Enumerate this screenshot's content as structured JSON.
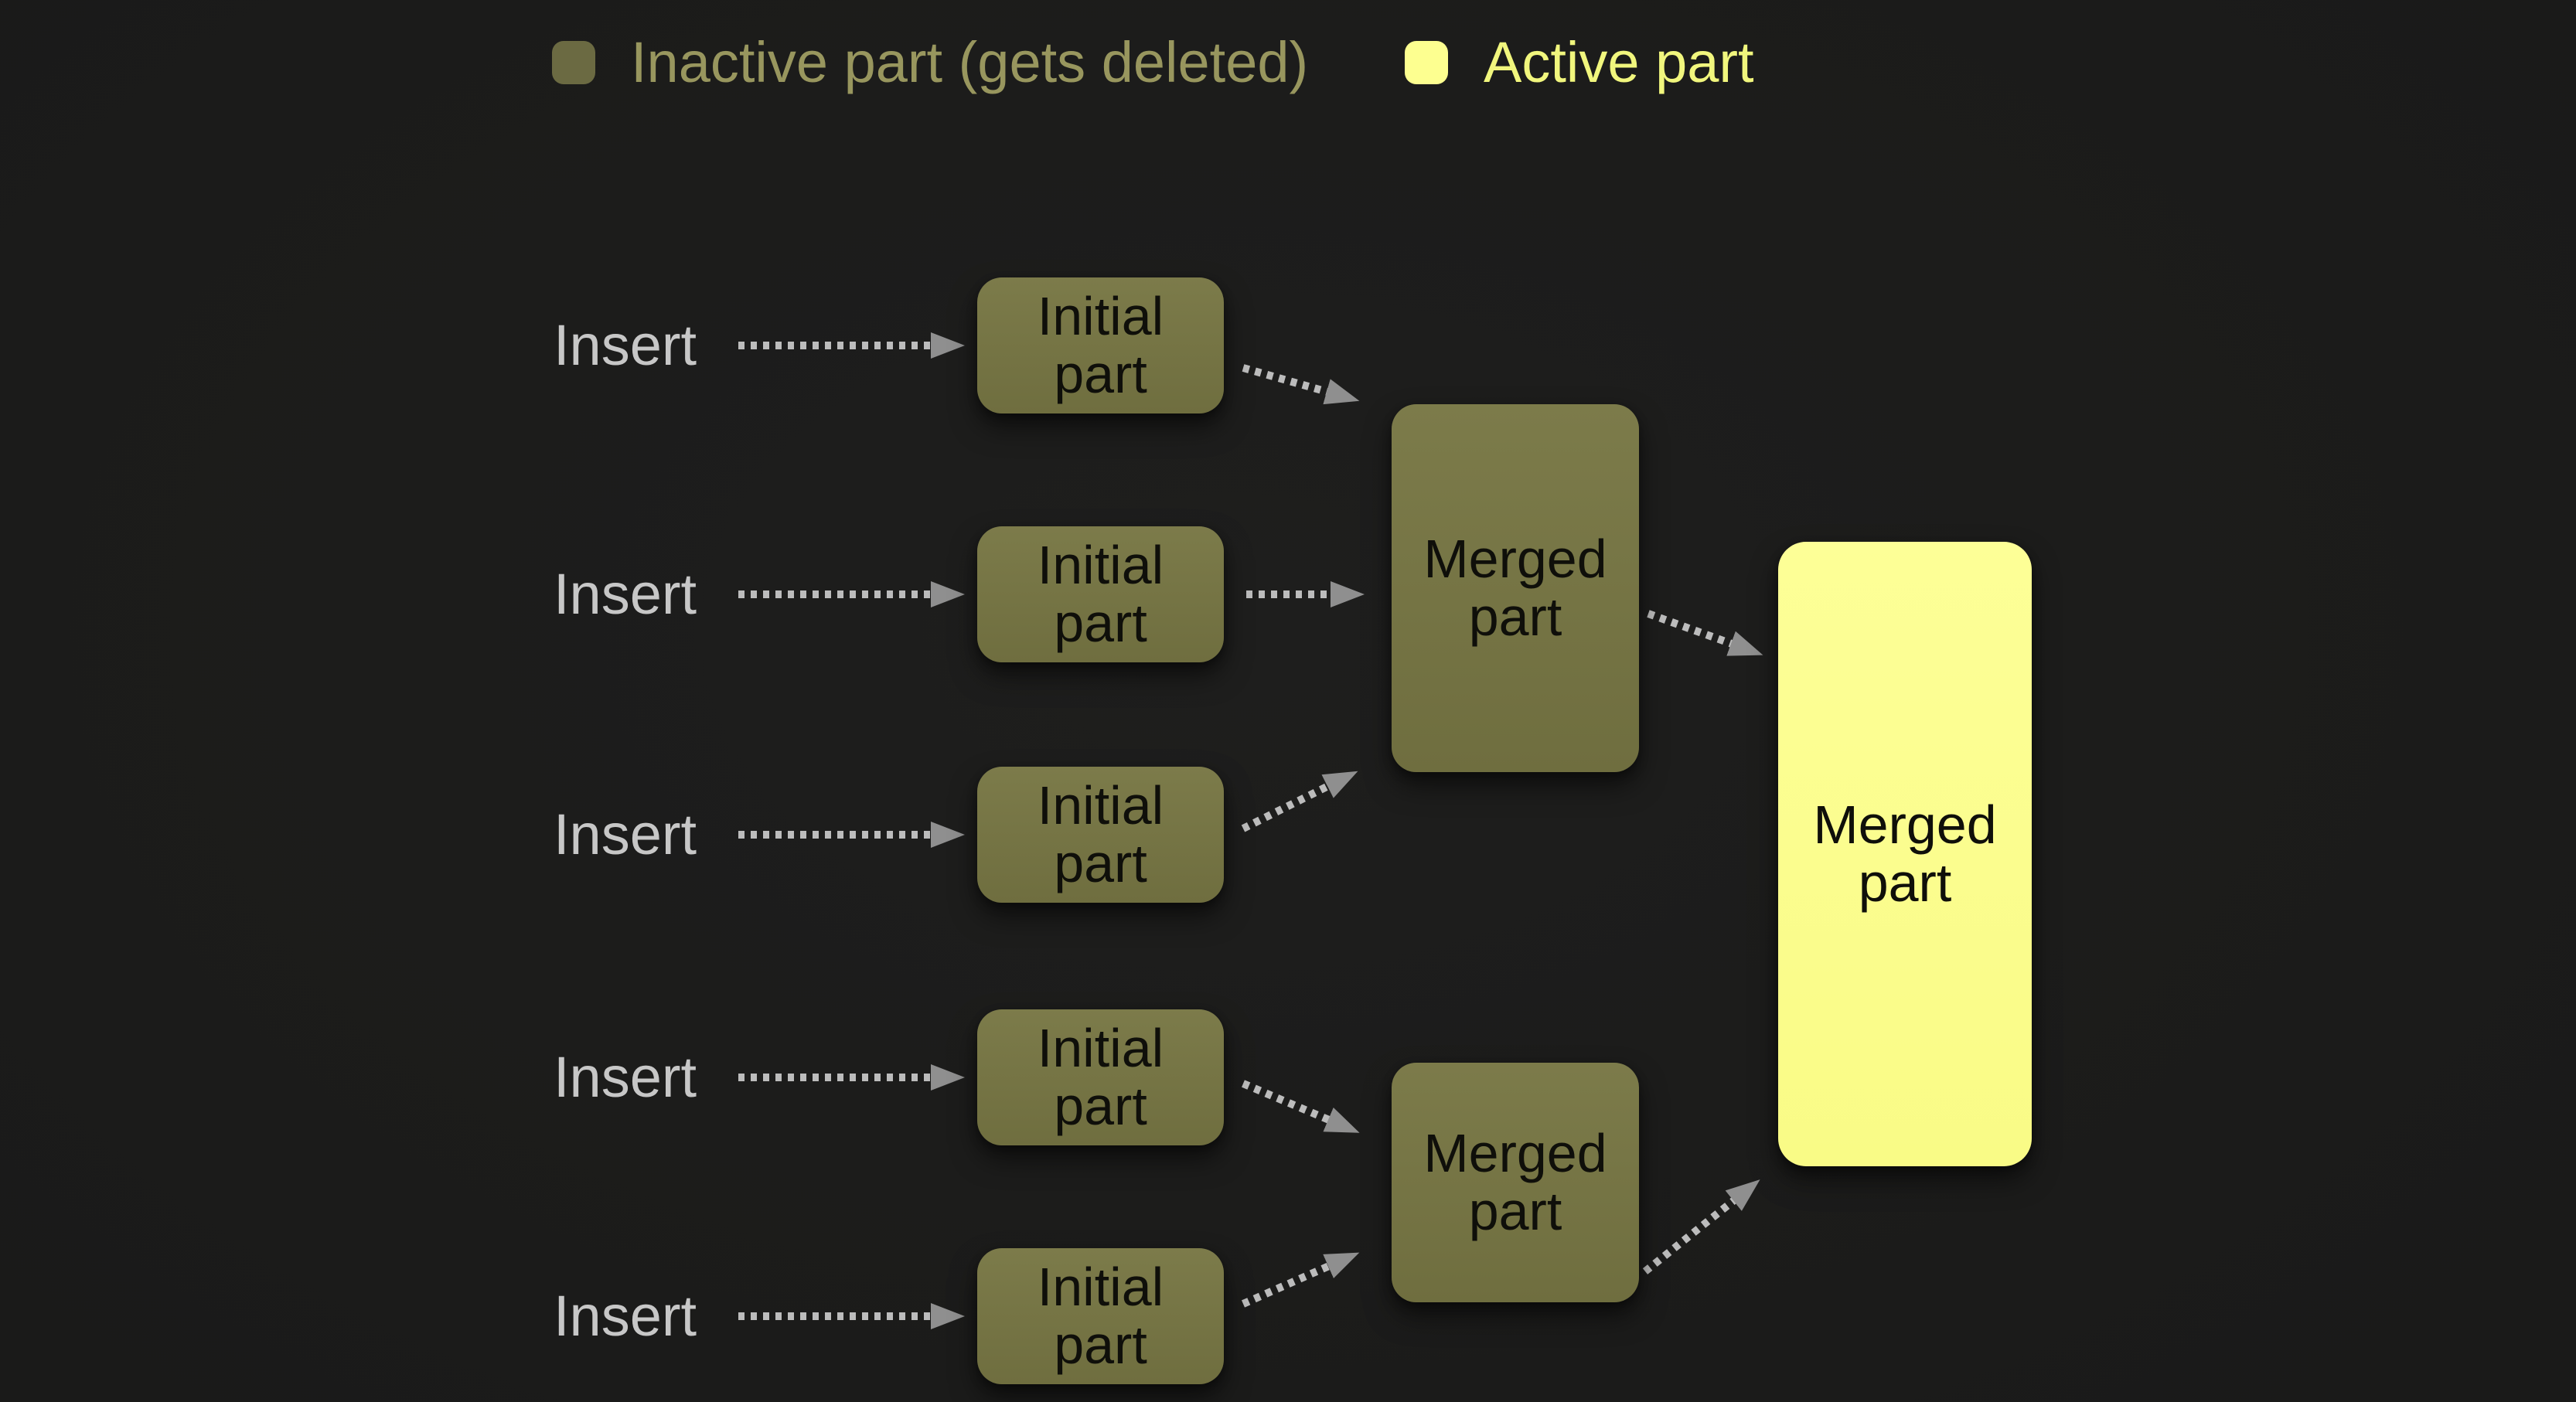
{
  "legend": {
    "items": [
      {
        "label": "Inactive part (gets deleted)",
        "swatch_color": "#6b6a42",
        "text_color": "#98965e"
      },
      {
        "label": "Active part",
        "swatch_color": "#fdff90",
        "text_color": "#f1f67d"
      }
    ]
  },
  "nodes": {
    "insert_label": "Insert",
    "initial_label": "Initial part",
    "merged_label": "Merged part",
    "final_label": "Merged part"
  },
  "structure": {
    "insert_count": 5,
    "initial_count": 5,
    "intermediate_merged_count": 2,
    "final_merged_count": 1
  },
  "colors": {
    "background": "#1b1b1a",
    "inactive_fill": "#757442",
    "active_fill": "#fdff90",
    "node_text": "#0f0f0a",
    "insert_text": "#c7c7c7",
    "arrow_dash": "#bcbcbc",
    "arrow_head": "#8f8f8f"
  }
}
